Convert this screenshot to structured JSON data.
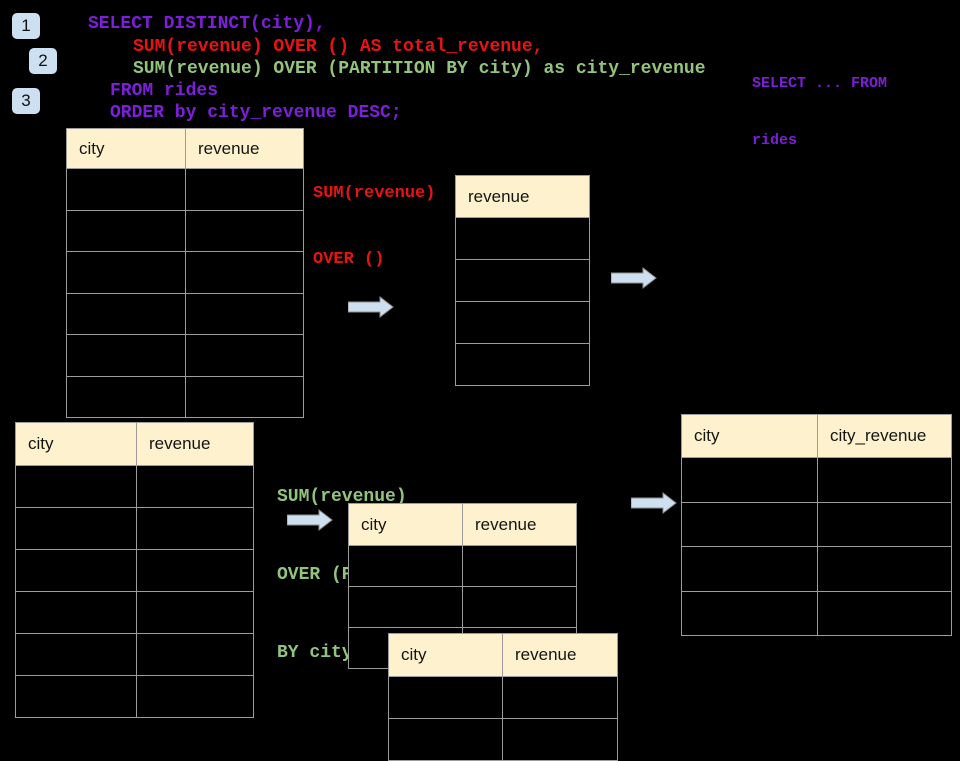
{
  "colors": {
    "background": "#000000",
    "purple": "#7D1FD9",
    "red": "#E81313",
    "green": "#93C47D",
    "arrow_fill": "#CEDFF0",
    "badge_bg": "#CDE0F2",
    "table_header_bg": "#FDF2CD",
    "table_border": "#9c9c9c"
  },
  "badges": [
    {
      "label": "1"
    },
    {
      "label": "2"
    },
    {
      "label": "3"
    }
  ],
  "sql": {
    "lines": [
      {
        "text": "SELECT DISTINCT(city),",
        "color": "purple"
      },
      {
        "text": "SUM(revenue) OVER () AS total_revenue,",
        "color": "red"
      },
      {
        "text": "SUM(revenue) OVER (PARTITION BY city) as city_revenue",
        "color": "green"
      },
      {
        "text": "FROM rides",
        "color": "purple"
      },
      {
        "text": "ORDER by city_revenue DESC;",
        "color": "purple"
      }
    ]
  },
  "side_note": {
    "line1": "SELECT ... FROM",
    "line2": "rides",
    "color": "purple"
  },
  "annotations": {
    "total_revenue": {
      "line1": "SUM(revenue)",
      "line2": "OVER ()",
      "color": "red"
    },
    "partition": {
      "line1": "SUM(revenue)",
      "line2": "OVER (PARTITION",
      "line3": "BY city)",
      "color": "green"
    }
  },
  "tables": {
    "source_top": {
      "columns": [
        "city",
        "revenue"
      ],
      "rows": 6
    },
    "total_revenue": {
      "columns": [
        "revenue"
      ],
      "rows": 4
    },
    "source_bottom": {
      "columns": [
        "city",
        "revenue"
      ],
      "rows": 6
    },
    "partition_back": {
      "columns": [
        "city",
        "revenue"
      ],
      "rows": 3
    },
    "partition_front": {
      "columns": [
        "city",
        "revenue"
      ],
      "rows": 2
    },
    "result": {
      "columns": [
        "city",
        "city_revenue"
      ],
      "rows": 4
    }
  }
}
